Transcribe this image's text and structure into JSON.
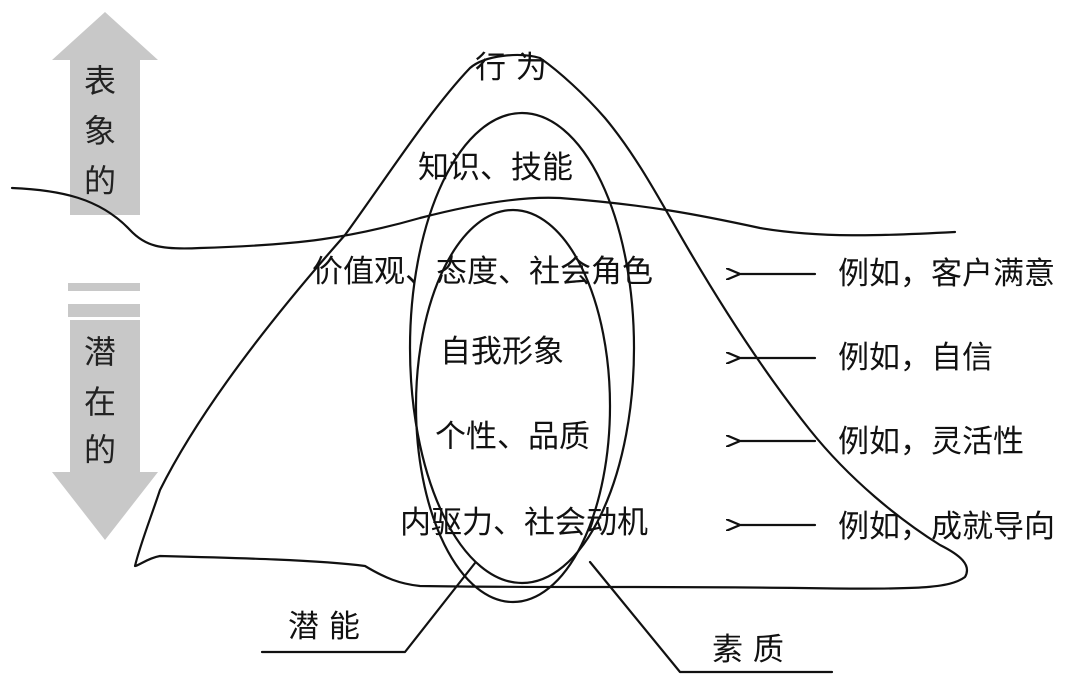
{
  "colors": {
    "line": "#111111",
    "arrow_fill": "#c8c8c8",
    "background": "#ffffff"
  },
  "side_labels": {
    "surface": [
      "表",
      "象",
      "的"
    ],
    "latent": [
      "潜",
      "在",
      "的"
    ]
  },
  "layers": {
    "behavior": "行 为",
    "knowledge_skills": "知识、技能",
    "values": "价值观、态度、社会角色",
    "self_image": "自我形象",
    "personality": "个性、品质",
    "motives": "内驱力、社会动机"
  },
  "examples": [
    "例如，客户满意",
    "例如，自信",
    "例如，灵活性",
    "例如，成就导向"
  ],
  "callouts": {
    "potential": "潜 能",
    "quality": "素 质"
  },
  "icons": {
    "up_arrow": "up-arrow-icon",
    "down_arrow": "down-arrow-icon",
    "left_arrow": "left-arrow-icon"
  }
}
